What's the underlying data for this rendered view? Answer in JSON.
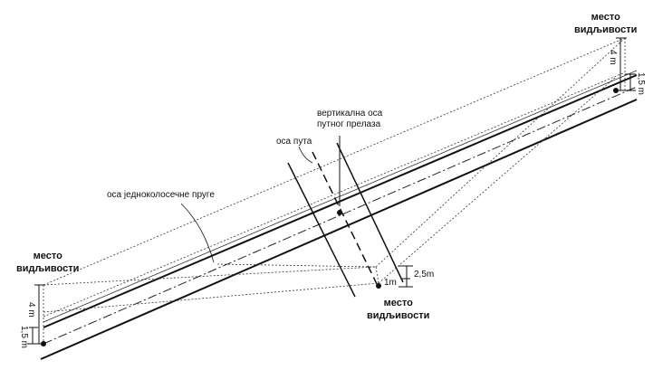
{
  "labels": {
    "sight_place_line1": "место",
    "sight_place_line2": "видљивости",
    "rail_axis": "оса једноколосечне пруге",
    "road_axis": "оса пута",
    "vertical_axis_line1": "вертикална оса",
    "vertical_axis_line2": "путног прелаза"
  },
  "dimensions": {
    "left_height": "4 m",
    "left_eye": "1,5 m",
    "right_height": "4 m",
    "right_eye": "1,5 m",
    "bottom_height": "2,5m",
    "bottom_eye": "1m"
  }
}
